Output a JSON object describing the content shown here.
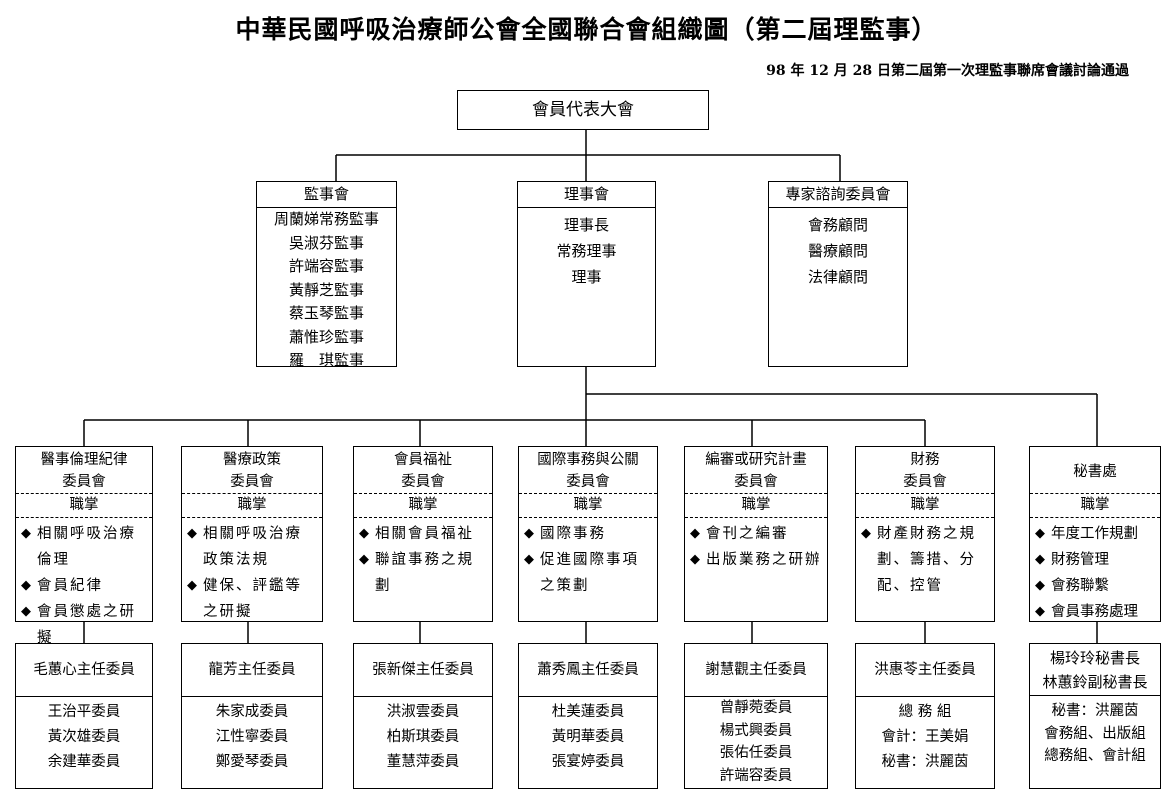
{
  "title": "中華民國呼吸治療師公會全國聯合會組織圖（第二屆理監事）",
  "subtitle": "98 年 12 月 28 日第二屆第一次理監事聯席會議討論通過",
  "top": "會員代表大會",
  "supervisors": {
    "head": "監事會",
    "items": [
      "周蘭娣常務監事",
      "吳淑芬監事",
      "許端容監事",
      "黃靜芝監事",
      "蔡玉琴監事",
      "蕭惟珍監事",
      "羅　琪監事"
    ]
  },
  "board": {
    "head": "理事會",
    "items": [
      "理事長",
      "常務理事",
      "理事"
    ]
  },
  "experts": {
    "head": "專家諮詢委員會",
    "items": [
      "會務顧問",
      "醫療顧問",
      "法律顧問"
    ]
  },
  "duty_label": "職掌",
  "bullet": "◆",
  "committees": [
    {
      "name_line1": "醫事倫理紀律",
      "name_line2": "委員會",
      "duties": [
        "相關呼吸治療倫理",
        "會員紀律",
        "會員懲處之研擬"
      ],
      "chair": "毛蕙心主任委員",
      "members": [
        "王治平委員",
        "黃次雄委員",
        "余建華委員"
      ]
    },
    {
      "name_line1": "醫療政策",
      "name_line2": "委員會",
      "duties": [
        "相關呼吸治療政策法規",
        "健保、評鑑等之研擬"
      ],
      "chair": "龍芳主任委員",
      "members": [
        "朱家成委員",
        "江性寧委員",
        "鄭愛琴委員"
      ]
    },
    {
      "name_line1": "會員福祉",
      "name_line2": "委員會",
      "duties": [
        "相關會員福祉",
        "聯誼事務之規劃"
      ],
      "chair": "張新傑主任委員",
      "members": [
        "洪淑雲委員",
        "柏斯琪委員",
        "董慧萍委員"
      ]
    },
    {
      "name_line1": "國際事務與公關",
      "name_line2": "委員會",
      "duties": [
        "國際事務",
        "促進國際事項之策劃"
      ],
      "chair": "蕭秀鳳主任委員",
      "members": [
        "杜美蓮委員",
        "黃明華委員",
        "張宴婷委員"
      ]
    },
    {
      "name_line1": "編審或研究計畫",
      "name_line2": "委員會",
      "duties": [
        "會刊之編審",
        "出版業務之研辦"
      ],
      "chair": "謝慧觀主任委員",
      "members": [
        "曾靜菀委員",
        "楊式興委員",
        "張佑任委員",
        "許端容委員"
      ]
    },
    {
      "name_line1": "財務",
      "name_line2": "委員會",
      "duties": [
        "財產財務之規劃、籌措、分配、控管"
      ],
      "chair": "洪惠苓主任委員",
      "members": [
        "總 務 組",
        "會計：王美娟",
        "秘書：洪麗茵"
      ]
    },
    {
      "name_line1": "秘書處",
      "name_line2": "",
      "duties": [
        "年度工作規劃",
        "財務管理",
        "會務聯繫",
        "會員事務處理"
      ],
      "chair_line1": "楊玲玲秘書長",
      "chair_line2": "林蕙鈴副秘書長",
      "members": [
        "秘書：洪麗茵",
        "會務組、出版組",
        "總務組、會計組"
      ]
    }
  ]
}
